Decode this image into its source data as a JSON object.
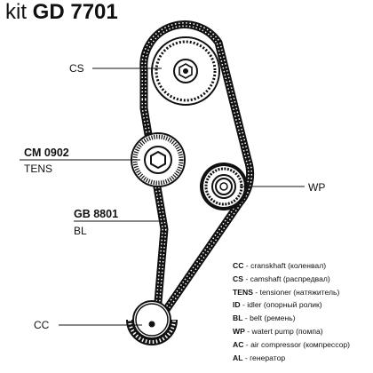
{
  "title": {
    "prefix": "kit",
    "code": "GD 7701"
  },
  "labels": {
    "cs": "CS",
    "cm_code": "CM 0902",
    "cm_name": "TENS",
    "gb_code": "GB 8801",
    "gb_name": "BL",
    "wp": "WP",
    "cc": "CC"
  },
  "legend": [
    {
      "code": "CC",
      "sep": " - ",
      "text": "cranskhaft (коленвал)"
    },
    {
      "code": "CS",
      "sep": " - ",
      "text": "camshaft (распредвал)"
    },
    {
      "code": "TENS",
      "sep": " - ",
      "text": "tensioner (натяжитель)"
    },
    {
      "code": "ID",
      "sep": " - ",
      "text": "idler (опорный ролик)"
    },
    {
      "code": "BL",
      "sep": " - ",
      "text": "belt (ремень)"
    },
    {
      "code": "WP",
      "sep": " - ",
      "text": "watert pump (помпа)"
    },
    {
      "code": "AC",
      "sep": " - ",
      "text": "air compressor (компрессор)"
    },
    {
      "code": "AL",
      "sep": " - ",
      "text": "генератор"
    }
  ],
  "colors": {
    "ink": "#111111",
    "background": "#ffffff"
  },
  "icons": [
    "camshaft-pulley-icon",
    "tensioner-pulley-icon",
    "water-pump-pulley-icon",
    "crankshaft-pulley-icon",
    "timing-belt-icon"
  ]
}
